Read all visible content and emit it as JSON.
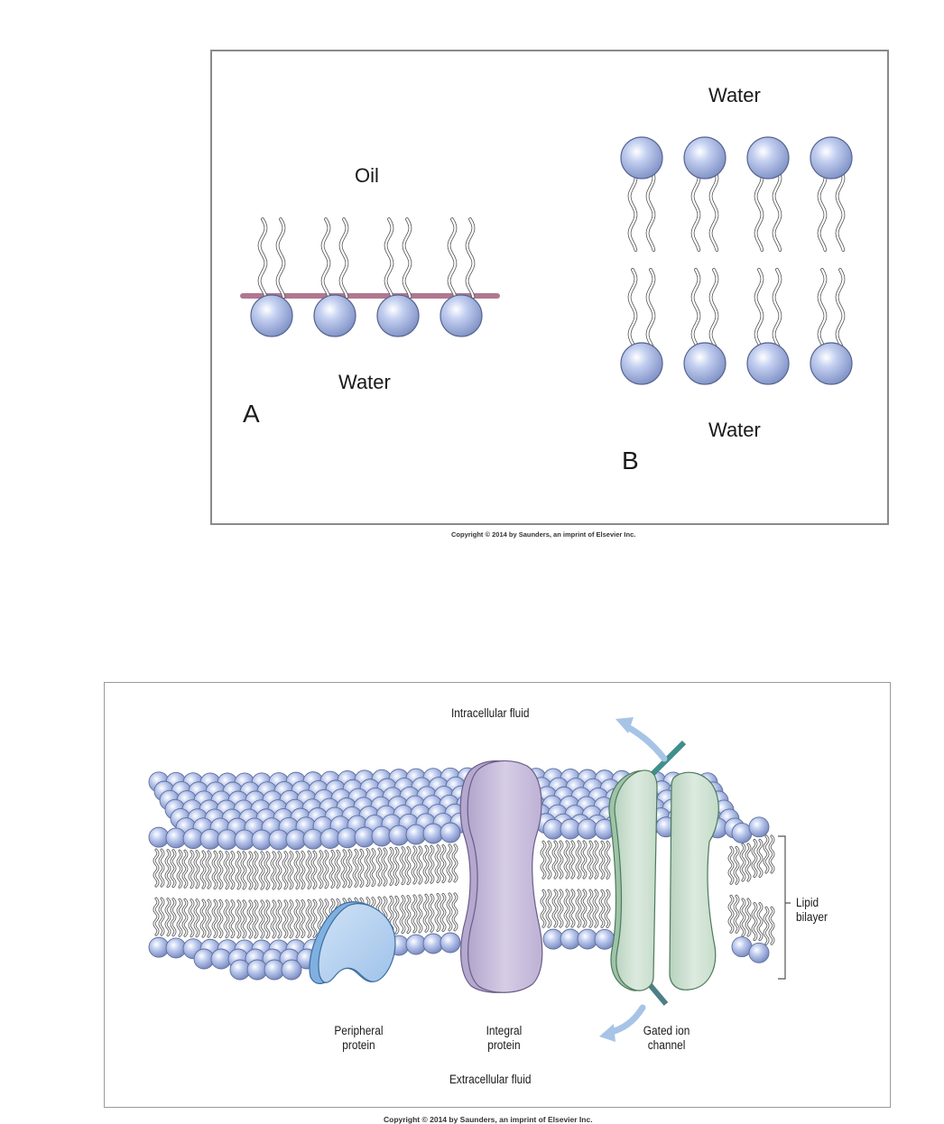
{
  "figure_a_b": {
    "label_oil": "Oil",
    "label_water_a": "Water",
    "label_a": "A",
    "label_water_b_top": "Water",
    "label_water_b_bottom": "Water",
    "label_b": "B",
    "copyright": "Copyright © 2014 by Saunders, an imprint of Elsevier Inc."
  },
  "figure_membrane": {
    "label_intracellular": "Intracellular fluid",
    "label_extracellular": "Extracellular fluid",
    "label_peripheral": "Peripheral protein",
    "label_integral": "Integral protein",
    "label_gated": "Gated ion channel",
    "label_lipid": "Lipid bilayer",
    "copyright": "Copyright © 2014 by Saunders, an imprint of Elsevier Inc."
  },
  "colors": {
    "head": "#a9b8e4",
    "head_dark": "#5e6f9e",
    "oil_line": "#b07890",
    "peripheral": "#b7d3ef",
    "integral": "#cdc3de",
    "channel": "#d3e4d6",
    "arrow": "#a7c4e6"
  }
}
